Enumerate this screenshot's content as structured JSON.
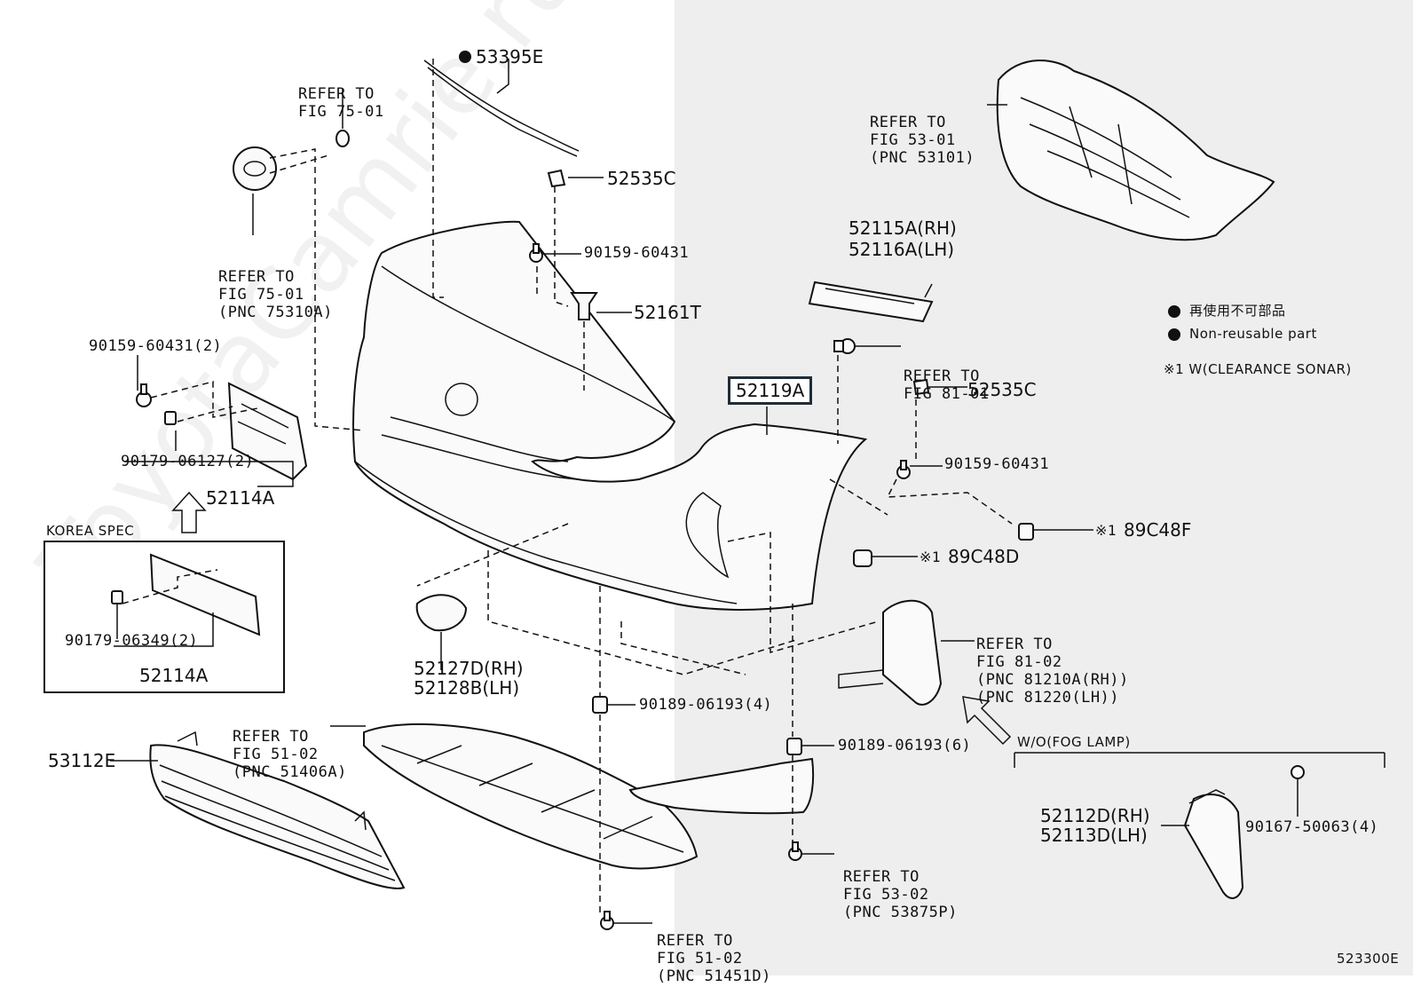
{
  "diagram_id": "523300E",
  "watermark": "ToyotaCamrie.ru",
  "legend": {
    "non_reusable_jp": "再使用不可部品",
    "non_reusable_en": "Non-reusable part",
    "note_1": "※1 W(CLEARANCE SONAR)"
  },
  "korea_spec": "KOREA SPEC",
  "wo_fog_lamp": "W/O(FOG LAMP)",
  "parts": {
    "p53395e": "53395E",
    "p52535c_top": "52535C",
    "p90159_top": "90159-60431",
    "p52161t": "52161T",
    "p90159_left": "90159-60431(2)",
    "p90179_06127": "90179-06127(2)",
    "p52114a": "52114A",
    "p90179_06349": "90179-06349(2)",
    "p52114a_korea": "52114A",
    "p52115a": "52115A(RH)",
    "p52116a": "52116A(LH)",
    "p52119a": "52119A",
    "p52535c_right": "52535C",
    "p90159_right": "90159-60431",
    "p89c48f": "89C48F",
    "p89c48d": "89C48D",
    "note_mark": "※1",
    "p52127d": "52127D(RH)",
    "p52128b": "52128B(LH)",
    "p53112e": "53112E",
    "p90189_4": "90189-06193(4)",
    "p90189_6": "90189-06193(6)",
    "p52112d": "52112D(RH)",
    "p52113d": "52113D(LH)",
    "p90167": "90167-50063(4)"
  },
  "refs": {
    "r75_01_top": {
      "l1": "REFER TO",
      "l2": "FIG 75-01"
    },
    "r75_01_emblem": {
      "l1": "REFER TO",
      "l2": "FIG 75-01",
      "l3": "(PNC 75310A)"
    },
    "r53_01": {
      "l1": "REFER TO",
      "l2": "FIG 53-01",
      "l3": "(PNC 53101)"
    },
    "r81_01": {
      "l1": "REFER TO",
      "l2": "FIG 81-01"
    },
    "r81_02": {
      "l1": "REFER TO",
      "l2": "FIG 81-02",
      "l3": "(PNC 81210A(RH))",
      "l4": "(PNC 81220(LH))"
    },
    "r51_02_a": {
      "l1": "REFER TO",
      "l2": "FIG 51-02",
      "l3": "(PNC 51406A)"
    },
    "r53_02": {
      "l1": "REFER TO",
      "l2": "FIG 53-02",
      "l3": "(PNC 53875P)"
    },
    "r51_02_b": {
      "l1": "REFER TO",
      "l2": "FIG 51-02",
      "l3": "(PNC 51451D)"
    }
  }
}
